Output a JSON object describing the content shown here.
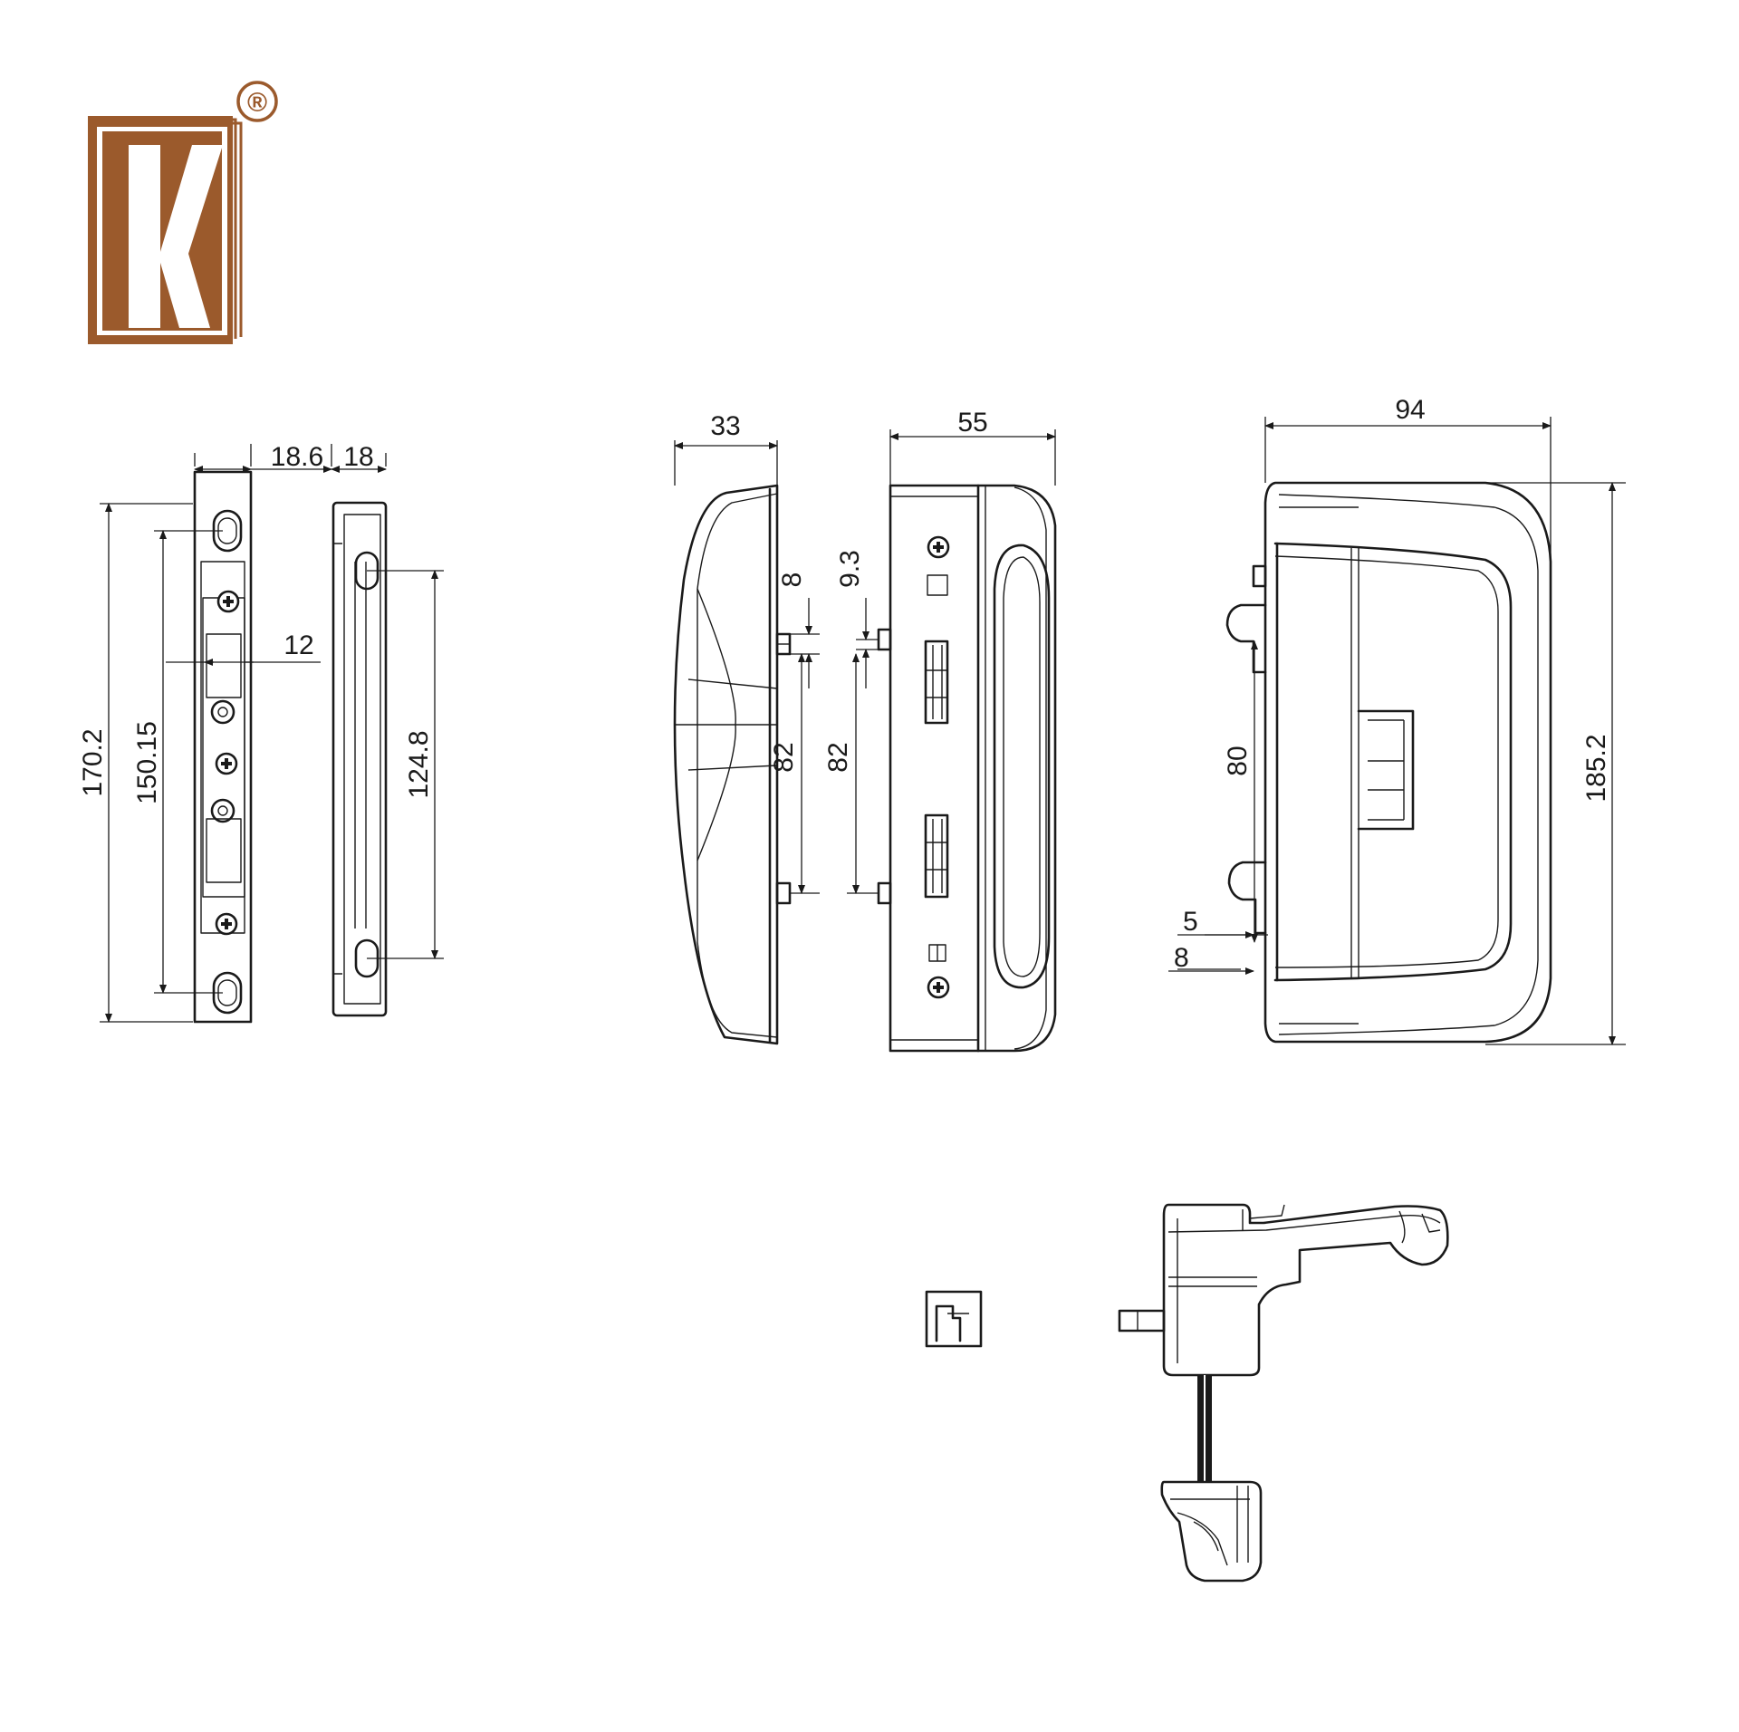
{
  "brand": {
    "logo_letter": "K",
    "registered_mark": "®",
    "logo_color": "#9b5a2c"
  },
  "views": {
    "side_profile": {
      "width_a": "18.6",
      "width_b": "18",
      "slot_width": "12",
      "height_total": "170.2",
      "height_holes": "150.15",
      "height_slots": "124.8"
    },
    "front_narrow": {
      "depth": "33",
      "pin_height": "8",
      "pin_spacing": "82"
    },
    "front_wide": {
      "depth": "55",
      "pin_height": "9.3",
      "pin_spacing": "82"
    },
    "side_handle": {
      "width": "94",
      "height": "185.2",
      "hook_spacing": "80",
      "hook_offset": "5",
      "hook_height": "8"
    }
  },
  "icons": [
    "registered-mark-icon",
    "screw-icon",
    "hook-icon"
  ]
}
